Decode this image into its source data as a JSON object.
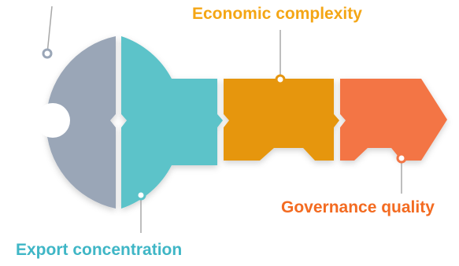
{
  "labels": {
    "economic_complexity": "Economic complexity",
    "governance_quality": "Governance quality",
    "export_concentration": "Export concentration"
  },
  "colors": {
    "gray_segment": "#9aa6b7",
    "teal_segment": "#5bc3c9",
    "orange_segment": "#e6960f",
    "red_segment": "#f37544",
    "economic_complexity_text": "#f4a615",
    "governance_quality_text": "#f36b21",
    "export_concentration_text": "#3fb6c6",
    "connector_line": "#a8a8a8"
  }
}
